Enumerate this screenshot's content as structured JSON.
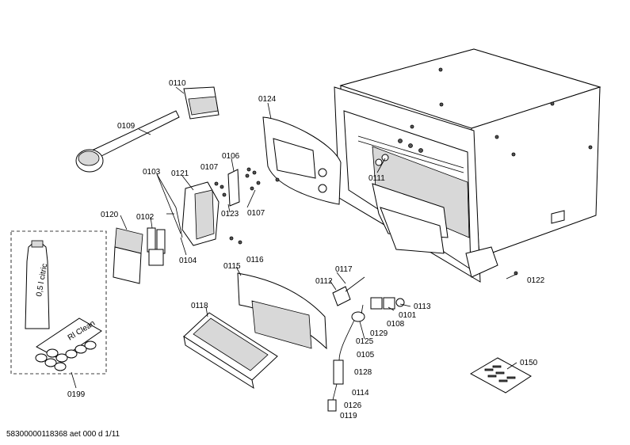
{
  "labels": {
    "p0110": "0110",
    "p0109": "0109",
    "p0124": "0124",
    "p0106": "0106",
    "p0107a": "0107",
    "p0103": "0103",
    "p0121": "0121",
    "p0123": "0123",
    "p0107b": "0107",
    "p0120": "0120",
    "p0102": "0102",
    "p0104": "0104",
    "p0111": "0111",
    "p0115": "0115",
    "p0116": "0116",
    "p0117": "0117",
    "p0112": "0112",
    "p0113": "0113",
    "p0101": "0101",
    "p0108": "0108",
    "p0129": "0129",
    "p0125": "0125",
    "p0105": "0105",
    "p0128": "0128",
    "p0114": "0114",
    "p0126": "0126",
    "p0119": "0119",
    "p0118": "0118",
    "p0150": "0150",
    "p0199": "0199",
    "p0122": "0122"
  },
  "bottle_text": "0,5 l citric",
  "tablet_box_text": "Rl Clean",
  "footer": "58300000118368 aet 000 d 1/11"
}
